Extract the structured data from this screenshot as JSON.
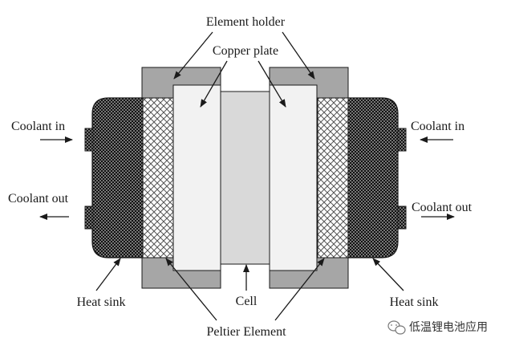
{
  "diagram": {
    "labels": {
      "element_holder": "Element holder",
      "copper_plate": "Copper plate",
      "coolant_in_left": "Coolant in",
      "coolant_in_right": "Coolant in",
      "coolant_out_left": "Coolant out",
      "coolant_out_right": "Coolant out",
      "heat_sink_left": "Heat sink",
      "heat_sink_right": "Heat sink",
      "cell": "Cell",
      "peltier_element": "Peltier Element"
    },
    "watermark": "低温锂电池应用",
    "colors": {
      "holder": "#a6a6a6",
      "copper_plate": "#f2f2f2",
      "cell": "#d9d9d9",
      "heat_sink": "#1f1f1f",
      "outline": "#1a1a1a"
    }
  }
}
